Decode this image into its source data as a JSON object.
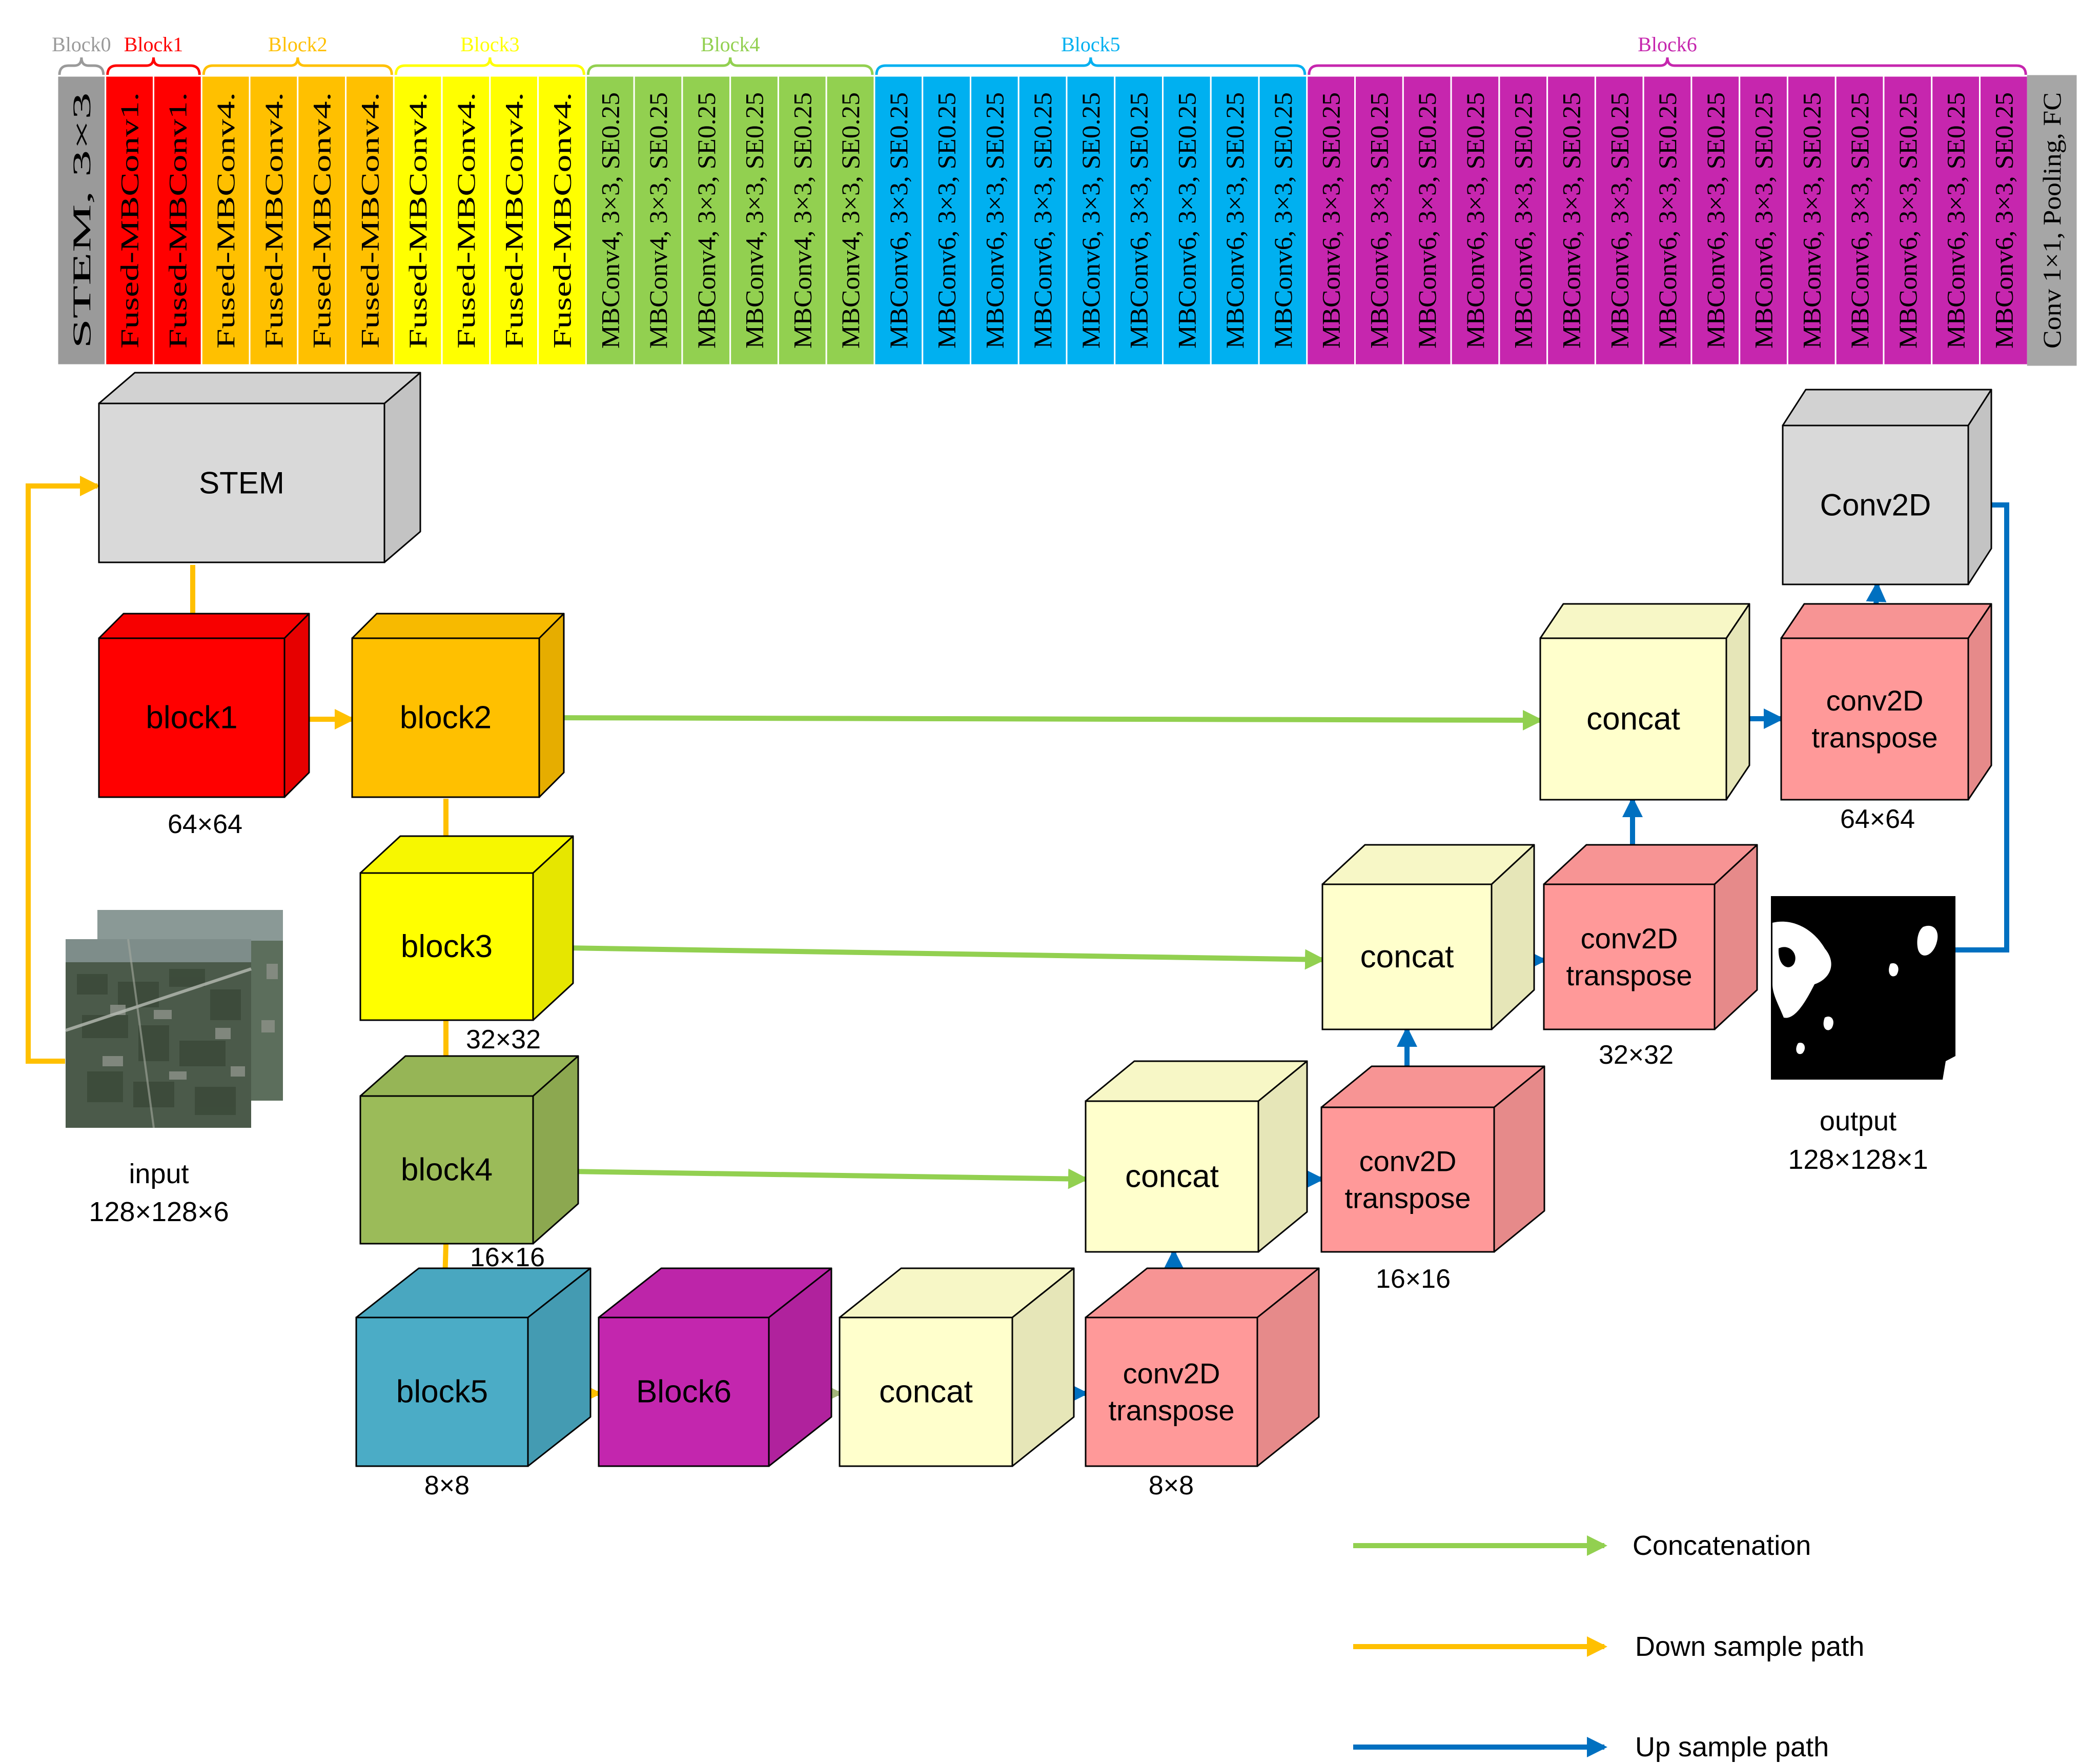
{
  "top_bar": {
    "groups": [
      {
        "label": "Block0",
        "color": "#9a9a9a",
        "layers": [
          "STEM, 3×3"
        ]
      },
      {
        "label": "Block1",
        "color": "#ff0000",
        "layers": [
          "Fused-MBConv1.",
          "Fused-MBConv1."
        ]
      },
      {
        "label": "Block2",
        "color": "#ffc000",
        "layers": [
          "Fused-MBConv4.",
          "Fused-MBConv4.",
          "Fused-MBConv4.",
          "Fused-MBConv4."
        ]
      },
      {
        "label": "Block3",
        "color": "#ffff00",
        "layers": [
          "Fused-MBConv4.",
          "Fused-MBConv4.",
          "Fused-MBConv4.",
          "Fused-MBConv4."
        ]
      },
      {
        "label": "Block4",
        "color": "#92d050",
        "layers": [
          "MBConv4, 3×3, SE0.25",
          "MBConv4, 3×3, SE0.25",
          "MBConv4, 3×3, SE0.25",
          "MBConv4, 3×3, SE0.25",
          "MBConv4, 3×3, SE0.25",
          "MBConv4, 3×3, SE0.25"
        ]
      },
      {
        "label": "Block5",
        "color": "#00b0f0",
        "layers": [
          "MBConv6, 3×3, SE0.25",
          "MBConv6, 3×3, SE0.25",
          "MBConv6, 3×3, SE0.25",
          "MBConv6, 3×3, SE0.25",
          "MBConv6, 3×3, SE0.25",
          "MBConv6, 3×3, SE0.25",
          "MBConv6, 3×3, SE0.25",
          "MBConv6, 3×3, SE0.25",
          "MBConv6, 3×3, SE0.25"
        ]
      },
      {
        "label": "Block6",
        "color": "#c626ae",
        "layers": [
          "MBConv6, 3×3, SE0.25",
          "MBConv6, 3×3, SE0.25",
          "MBConv6, 3×3, SE0.25",
          "MBConv6, 3×3, SE0.25",
          "MBConv6, 3×3, SE0.25",
          "MBConv6, 3×3, SE0.25",
          "MBConv6, 3×3, SE0.25",
          "MBConv6, 3×3, SE0.25",
          "MBConv6, 3×3, SE0.25",
          "MBConv6, 3×3, SE0.25",
          "MBConv6, 3×3, SE0.25",
          "MBConv6, 3×3, SE0.25",
          "MBConv6, 3×3, SE0.25",
          "MBConv6, 3×3, SE0.25",
          "MBConv6, 3×3, SE0.25"
        ]
      },
      {
        "label": "",
        "color": "#a6a6a6",
        "layers": [
          "Conv 1×1, Pooling, FC"
        ]
      }
    ]
  },
  "nodes": {
    "stem": {
      "label": "STEM",
      "color": "#d9d9d9"
    },
    "block1": {
      "label": "block1",
      "color": "#ff0000"
    },
    "block2": {
      "label": "block2",
      "color": "#ffc000"
    },
    "block3": {
      "label": "block3",
      "color": "#ffff00"
    },
    "block4": {
      "label": "block4",
      "color": "#9bbb59"
    },
    "block5": {
      "label": "block5",
      "color": "#4bacc6"
    },
    "block6": {
      "label": "Block6",
      "color": "#c326ae"
    },
    "concat_8": {
      "label": "concat",
      "color": "#ffffcc"
    },
    "up_8": {
      "label": "conv2D\ntranspose",
      "color": "#ff9999"
    },
    "concat_16": {
      "label": "concat",
      "color": "#ffffcc"
    },
    "up_16": {
      "label": "conv2D\ntranspose",
      "color": "#ff9999"
    },
    "concat_32": {
      "label": "concat",
      "color": "#ffffcc"
    },
    "up_32": {
      "label": "conv2D\ntranspose",
      "color": "#ff9999"
    },
    "concat_64": {
      "label": "concat",
      "color": "#ffffcc"
    },
    "up_64": {
      "label": "conv2D\ntranspose",
      "color": "#ff9999"
    },
    "conv2d": {
      "label": "Conv2D",
      "color": "#d9d9d9"
    }
  },
  "sizes": {
    "s64_left": "64×64",
    "s32_left": "32×32",
    "s16_left": "16×16",
    "s8_left": "8×8",
    "s8_up": "8×8",
    "s16_up": "16×16",
    "s32_up": "32×32",
    "s64_up": "64×64"
  },
  "io": {
    "input_label": "input",
    "input_shape": "128×128×6",
    "output_label": "output",
    "output_shape": "128×128×1"
  },
  "legend": [
    {
      "label": "Concatenation",
      "color": "#92d050"
    },
    {
      "label": "Down sample path",
      "color": "#ffc000"
    },
    {
      "label": "Up sample path",
      "color": "#0070c0"
    }
  ],
  "arrow_colors": {
    "concat": "#92d050",
    "down": "#ffc000",
    "up": "#0070c0",
    "olive": "#a3b57a"
  }
}
